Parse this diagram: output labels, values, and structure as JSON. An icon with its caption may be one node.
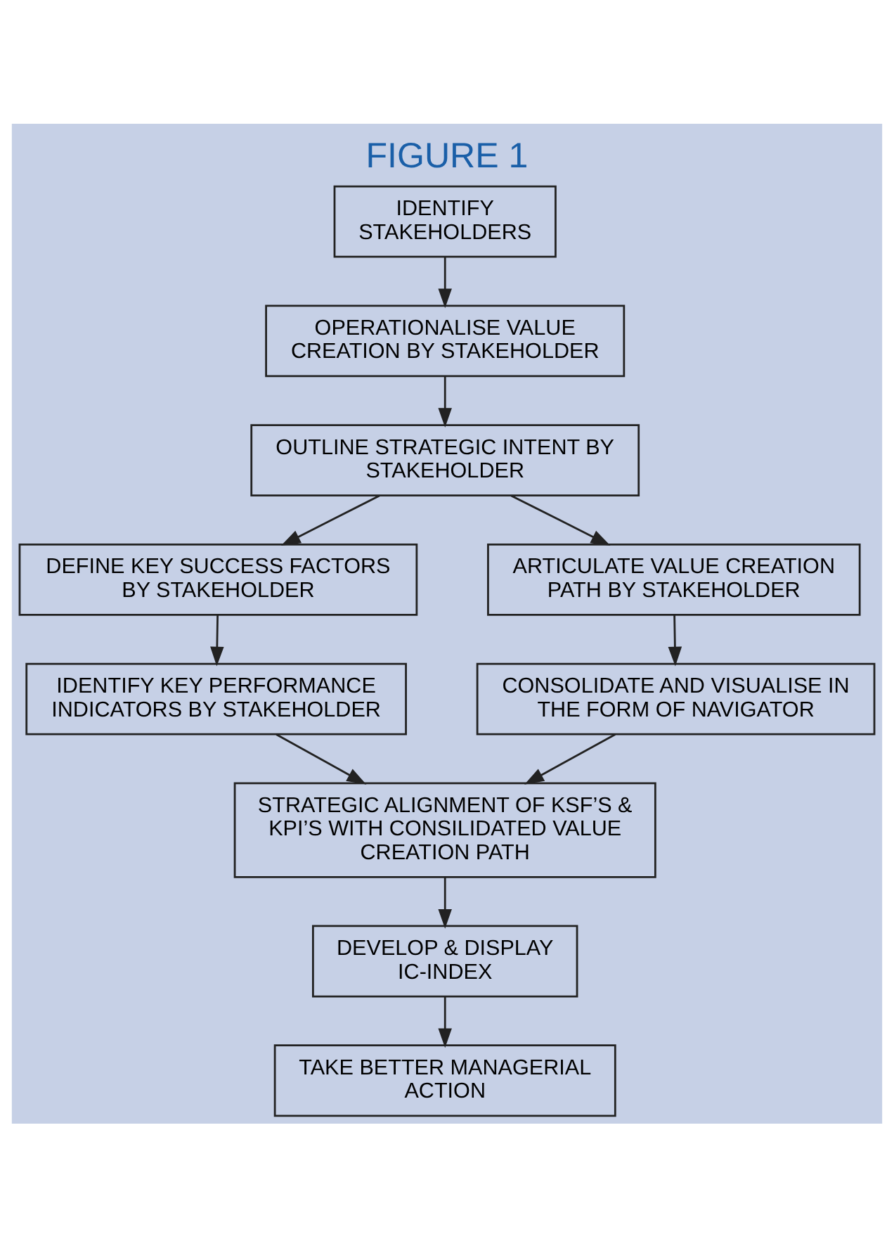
{
  "diagram": {
    "title": "FIGURE 1",
    "nodes": [
      {
        "text": [
          "IDENTIFY STAKEHOLDERS"
        ]
      },
      {
        "text": [
          "OPERATIONALISE VALUE CREATION BY STAKEHOLDER"
        ]
      },
      {
        "text": [
          "OUTLINE STRATEGIC INTENT BY STAKEHOLDER"
        ]
      },
      {
        "text": [
          "DEFINE KEY SUCCESS FACTORS BY STAKEHOLDER"
        ]
      },
      {
        "text": [
          "ARTICULATE VALUE CREATION PATH BY STAKEHOLDER"
        ]
      },
      {
        "text": [
          "IDENTIFY KEY PERFORMANCE INDICATORS BY STAKEHOLDER"
        ]
      },
      {
        "text": [
          "CONSOLIDATE AND VISUALISE IN THE FORM OF NAVIGATOR"
        ]
      },
      {
        "text": [
          "STRATEGIC ALIGNMENT OF KSF’S & KPI’S WITH CONSILIDATED VALUE CREATION PATH"
        ]
      },
      {
        "text": [
          "DEVELOP & DISPLAY IC-INDEX"
        ]
      },
      {
        "text": [
          "TAKE BETTER MANAGERIAL ACTION"
        ]
      }
    ],
    "edges": [
      {
        "from": 0,
        "to": 1,
        "arrow": "to"
      },
      {
        "from": 1,
        "to": 2,
        "arrow": "to"
      },
      {
        "from": 2,
        "to": 3,
        "arrow": "to"
      },
      {
        "from": 2,
        "to": 4,
        "arrow": "to"
      },
      {
        "from": 3,
        "to": 5,
        "arrow": "to"
      },
      {
        "from": 4,
        "to": 6,
        "arrow": "to"
      },
      {
        "from": 5,
        "to": 7,
        "arrow": "to"
      },
      {
        "from": 6,
        "to": 7,
        "arrow": "to"
      },
      {
        "from": 7,
        "to": 8,
        "arrow": "to"
      },
      {
        "from": 8,
        "to": 9,
        "arrow": "to"
      }
    ]
  }
}
